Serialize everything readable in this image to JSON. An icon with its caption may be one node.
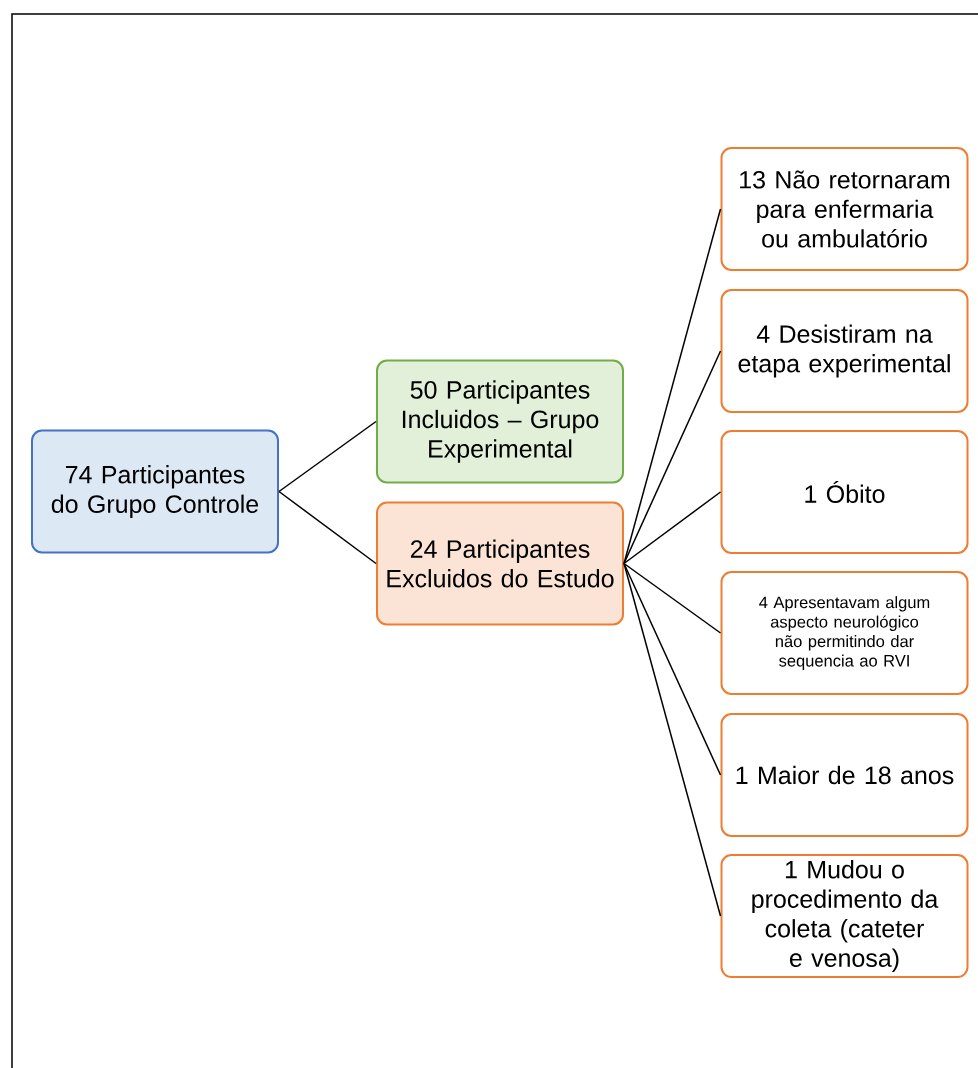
{
  "diagram": {
    "nodes": [
      {
        "text": [
          "74 Participantes do Grupo Controle"
        ]
      },
      {
        "text": [
          "50 Participantes Incluidos – Grupo Experimental"
        ]
      },
      {
        "text": [
          "24 Participantes Excluidos do Estudo"
        ]
      },
      {
        "text": [
          "13 Não retornaram para enfermaria ou ambulatório"
        ]
      },
      {
        "text": [
          "4 Desistiram na etapa experimental"
        ]
      },
      {
        "text": [
          "1 Óbito"
        ]
      },
      {
        "text": [
          "4 Apresentavam algum aspecto neurológico não permitindo dar sequencia ao RVI"
        ]
      },
      {
        "text": [
          "1 Maior de 18 anos"
        ]
      },
      {
        "text": [
          "1 Mudou o procedimento da coleta (cateter e venosa)"
        ]
      }
    ],
    "edges": [
      {
        "from": 0,
        "to": 1,
        "arrow": "none"
      },
      {
        "from": 0,
        "to": 2,
        "arrow": "none"
      },
      {
        "from": 2,
        "to": 3,
        "arrow": "none"
      },
      {
        "from": 2,
        "to": 4,
        "arrow": "none"
      },
      {
        "from": 2,
        "to": 5,
        "arrow": "none"
      },
      {
        "from": 2,
        "to": 6,
        "arrow": "none"
      },
      {
        "from": 2,
        "to": 7,
        "arrow": "none"
      },
      {
        "from": 2,
        "to": 8,
        "arrow": "none"
      }
    ]
  }
}
